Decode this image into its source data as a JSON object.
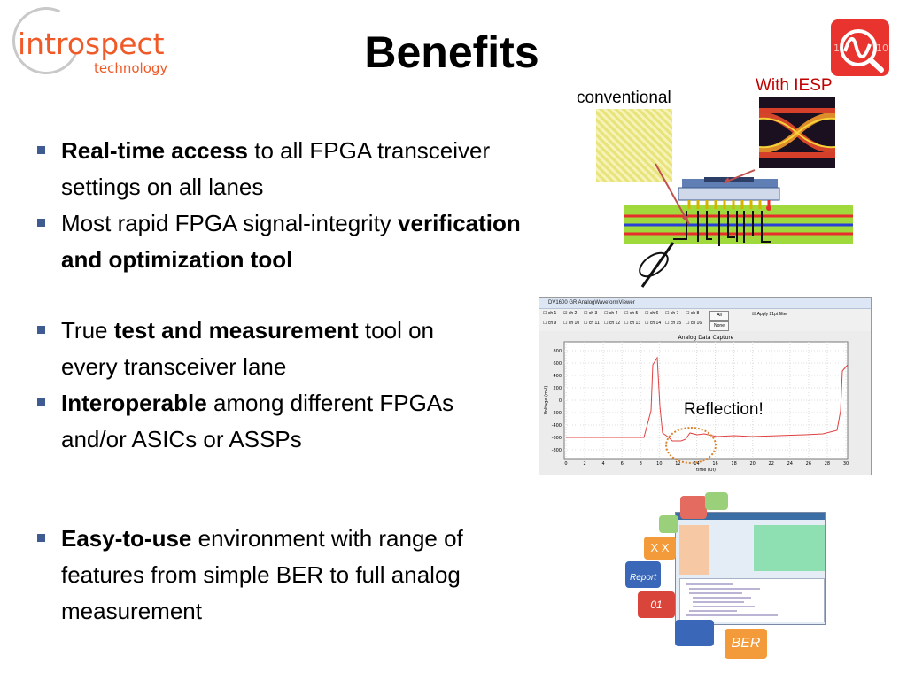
{
  "header": {
    "logo_text_main": "introspect",
    "logo_text_sub": "technology",
    "title": "Benefits",
    "iesp_logo_numbers": [
      "1",
      "10"
    ]
  },
  "bullets": [
    {
      "parts": [
        {
          "text": "Real-time access",
          "bold": true
        },
        {
          "text": " to all FPGA transceiver settings on all lanes",
          "bold": false
        }
      ]
    },
    {
      "parts": [
        {
          "text": "Most rapid FPGA signal-integrity ",
          "bold": false
        },
        {
          "text": "verification and optimization tool",
          "bold": true
        }
      ]
    },
    {
      "parts": [
        {
          "text": "True ",
          "bold": false
        },
        {
          "text": "test and measurement",
          "bold": true
        },
        {
          "text": " tool on every transceiver lane",
          "bold": false
        }
      ]
    },
    {
      "parts": [
        {
          "text": "Interoperable",
          "bold": true
        },
        {
          "text": " among different FPGAs and/or ASICs or ASSPs",
          "bold": false
        }
      ]
    },
    {
      "parts": [
        {
          "text": "Easy-to-use",
          "bold": true
        },
        {
          "text": " environment with range of features from simple BER to full analog measurement",
          "bold": false
        }
      ]
    }
  ],
  "figure": {
    "conventional_label": "conventional",
    "iesp_label": "With IESP",
    "reflection_label": "Reflection!"
  },
  "waveform_window": {
    "title": "DV1600 GR AnalogWaveformViewer",
    "plot_title": "Analog Data Capture",
    "xlabel": "time (UI)",
    "ylabel": "Voltage (mV)",
    "all_button": "All",
    "none_button": "None",
    "filter_label": "Apply 21pt filter",
    "channels": [
      "ch 1",
      "ch 2",
      "ch 3",
      "ch 4",
      "ch 5",
      "ch 6",
      "ch 7",
      "ch 8",
      "ch 9",
      "ch 10",
      "ch 11",
      "ch 12",
      "ch 13",
      "ch 14",
      "ch 15",
      "ch 16"
    ],
    "x_ticks": [
      "0",
      "2",
      "4",
      "6",
      "8",
      "10",
      "12",
      "14",
      "16",
      "18",
      "20",
      "22",
      "24",
      "26",
      "28",
      "30"
    ],
    "y_ticks": [
      "800",
      "600",
      "400",
      "200",
      "0",
      "-200",
      "-400",
      "-600",
      "-800"
    ]
  },
  "feature_icons": [
    {
      "name": "x-x-icon",
      "label": "X X"
    },
    {
      "name": "report-icon",
      "label": "Report"
    },
    {
      "name": "zero-one-icon",
      "label": "01"
    },
    {
      "name": "ber-icon",
      "label": "BER"
    }
  ],
  "colors": {
    "accent_orange": "#f05a28",
    "accent_red": "#c00000",
    "bullet_blue": "#3f5b92",
    "board_green": "#9fd93c"
  }
}
